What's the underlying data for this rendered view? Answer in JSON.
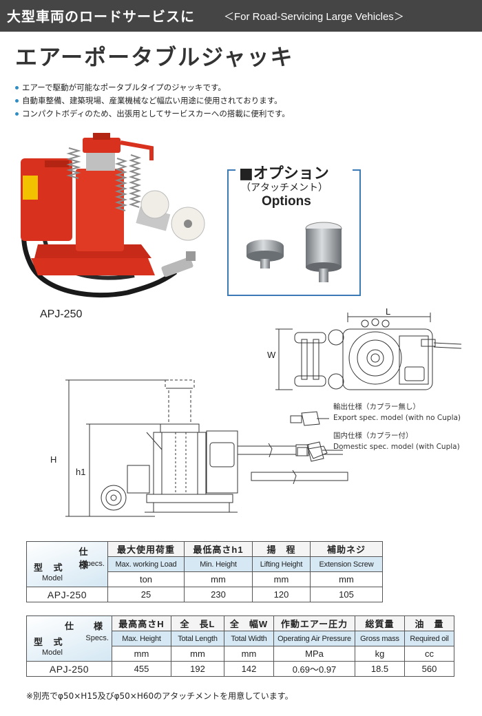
{
  "banner": {
    "jp": "大型車両のロードサービスに",
    "en": "＜For Road-Servicing Large Vehicles＞"
  },
  "page_title": "エアーポータブルジャッキ",
  "bullets": [
    "エアーで駆動が可能なポータブルタイプのジャッキです。",
    "自動車整備、建築現場、産業機械など幅広い用途に使用されております。",
    "コンパクトボディのため、出張用としてサービスカーへの搭載に便利です。"
  ],
  "photo_caption": "APJ-250",
  "option": {
    "title": "■オプション",
    "sub": "（アタッチメント）",
    "en": "Options"
  },
  "diagram": {
    "label_L": "L",
    "label_W": "W",
    "label_H": "H",
    "label_h1": "h1",
    "export_jp": "輸出仕様（カプラー無し）",
    "export_en": "Export spec. model (with no Cupla)",
    "domestic_jp": "国内仕様（カプラー付）",
    "domestic_en": "Domestic spec. model (with  Cupla)"
  },
  "corner": {
    "specs_jp": "仕　様",
    "specs_en": "Specs.",
    "model_jp": "型 式",
    "model_en": "Model"
  },
  "table1": {
    "headers_jp": [
      "最大使用荷重",
      "最低高さh1",
      "揚　程",
      "補助ネジ"
    ],
    "headers_en": [
      "Max. working Load",
      "Min. Height",
      "Lifting Height",
      "Extension Screw"
    ],
    "units": [
      "ton",
      "mm",
      "mm",
      "mm"
    ],
    "model": "APJ-250",
    "values": [
      "25",
      "230",
      "120",
      "105"
    ]
  },
  "table2": {
    "headers_jp": [
      "最高高さH",
      "全　長L",
      "全　幅W",
      "作動エアー圧力",
      "総質量",
      "油　量"
    ],
    "headers_en": [
      "Max. Height",
      "Total Length",
      "Total Width",
      "Operating Air Pressure",
      "Gross mass",
      "Required oil"
    ],
    "units": [
      "mm",
      "mm",
      "mm",
      "MPa",
      "kg",
      "cc"
    ],
    "model": "APJ-250",
    "values": [
      "455",
      "192",
      "142",
      "0.69～0.97",
      "18.5",
      "560"
    ]
  },
  "footnote": "※別売でφ50×H15及びφ50×H60のアタッチメントを用意しています。",
  "colors": {
    "banner_bg": "#454545",
    "accent_blue": "#3a79b6",
    "bullet_dot": "#2f8dc4",
    "jack_red": "#d8321f",
    "table_en_bg": "#d5e8f4"
  }
}
